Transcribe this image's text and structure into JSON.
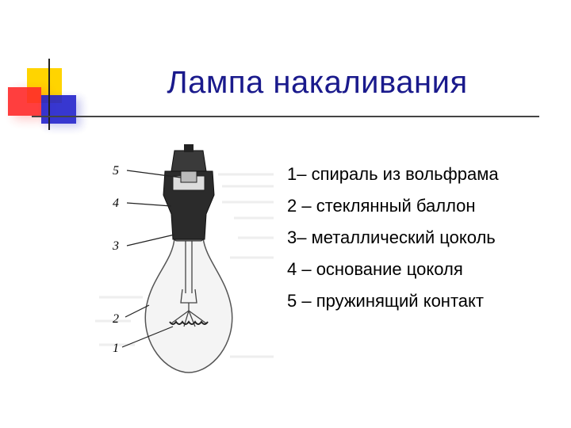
{
  "slide": {
    "title": "Лампа накаливания"
  },
  "diagram": {
    "callouts": [
      "5",
      "4",
      "3",
      "2",
      "1"
    ]
  },
  "legend": {
    "items": [
      "1– спираль из вольфрама",
      "2 – стеклянный баллон",
      "3– металлический цоколь",
      "4 – основание цоколя",
      "5 – пружинящий контакт"
    ]
  },
  "colors": {
    "title": "#1a1a8c",
    "accent_yellow": "#ffd400",
    "accent_red": "#ff2a2a",
    "accent_blue": "#2222cc"
  }
}
